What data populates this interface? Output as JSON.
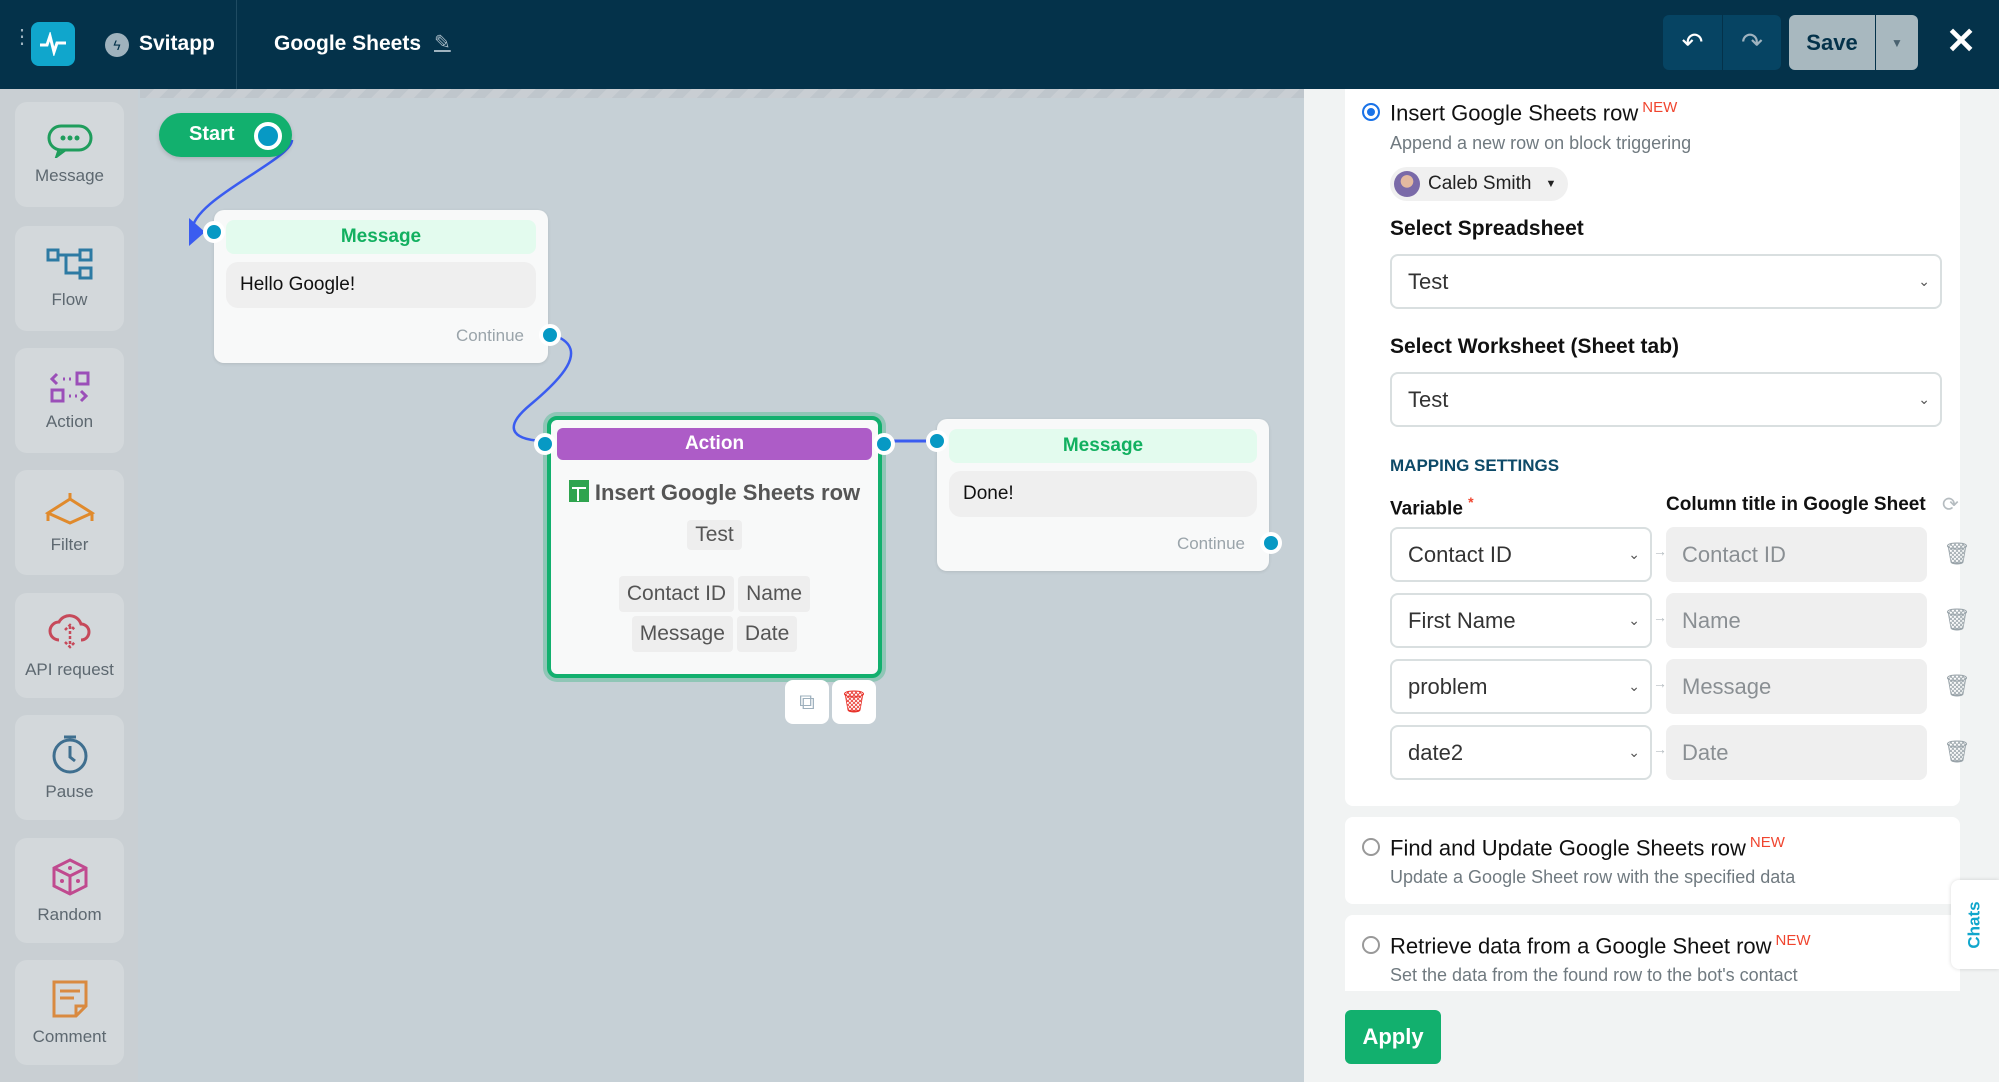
{
  "header": {
    "app_name": "Svitapp",
    "flow_title": "Google Sheets",
    "save_label": "Save",
    "icons": [
      "menu-dots-icon",
      "logo-icon",
      "messenger-icon",
      "edit-pencil-icon",
      "undo-icon",
      "redo-icon",
      "chevron-down-icon",
      "close-icon"
    ]
  },
  "sidebar": {
    "items": [
      {
        "label": "Message",
        "icon": "chat-bubble-icon",
        "color": "#1f9d5c"
      },
      {
        "label": "Flow",
        "icon": "flow-icon",
        "color": "#2c7aa3"
      },
      {
        "label": "Action",
        "icon": "action-icon",
        "color": "#9b4fb8"
      },
      {
        "label": "Filter",
        "icon": "filter-icon",
        "color": "#e08a2c"
      },
      {
        "label": "API request",
        "icon": "cloud-icon",
        "color": "#c6495a"
      },
      {
        "label": "Pause",
        "icon": "clock-icon",
        "color": "#3f6f8f"
      },
      {
        "label": "Random",
        "icon": "dice-icon",
        "color": "#c04a8f"
      },
      {
        "label": "Comment",
        "icon": "note-icon",
        "color": "#d98a40"
      }
    ]
  },
  "canvas": {
    "start_label": "Start",
    "message1": {
      "title": "Message",
      "text": "Hello Google!",
      "continue": "Continue"
    },
    "action": {
      "title": "Action",
      "name": "Insert Google Sheets row",
      "sheet": "Test",
      "columns": [
        "Contact ID",
        "Name",
        "Message",
        "Date"
      ]
    },
    "message2": {
      "title": "Message",
      "text": "Done!",
      "continue": "Continue"
    }
  },
  "panel": {
    "insert": {
      "title": "Insert Google Sheets row",
      "badge": "NEW",
      "subtitle": "Append a new row on block triggering",
      "account": "Caleb Smith",
      "spreadsheet_label": "Select Spreadsheet",
      "spreadsheet_value": "Test",
      "worksheet_label": "Select Worksheet (Sheet tab)",
      "worksheet_value": "Test",
      "mapping_title": "MAPPING SETTINGS",
      "variable_header": "Variable",
      "required_mark": "*",
      "column_header": "Column title in Google Sheet",
      "rows": [
        {
          "variable": "Contact ID",
          "column": "Contact ID"
        },
        {
          "variable": "First Name",
          "column": "Name"
        },
        {
          "variable": "problem",
          "column": "Message"
        },
        {
          "variable": "date2",
          "column": "Date"
        }
      ]
    },
    "update": {
      "title": "Find and Update Google Sheets row",
      "badge": "NEW",
      "subtitle": "Update a Google Sheet row with the specified data"
    },
    "retrieve": {
      "title": "Retrieve data from a Google Sheet row",
      "badge": "NEW",
      "subtitle": "Set the data from the found row to the bot's contact"
    },
    "apply_label": "Apply",
    "chats_tab": "Chats"
  },
  "colors": {
    "header": "#04324a",
    "accent_green": "#12b06e",
    "action_purple": "#ad5cc7",
    "port": "#0799c4",
    "edge": "#3a5cf0"
  }
}
